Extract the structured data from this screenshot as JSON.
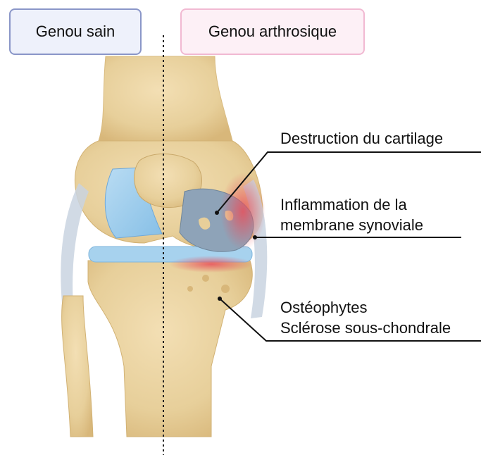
{
  "labels": {
    "healthy": "Genou sain",
    "arthritic": "Genou arthrosique"
  },
  "annotations": {
    "cartilage": "Destruction du cartilage",
    "inflammation": [
      "Inflammation de la",
      "membrane synoviale"
    ],
    "osteo": [
      "Ostéophytes",
      "Sclérose sous-chondrale"
    ]
  },
  "colors": {
    "healthy_box_border": "#8a96c8",
    "healthy_box_fill": "#eef1fb",
    "arthritic_box_border": "#f1b9d2",
    "arthritic_box_fill": "#fdf0f6",
    "bone": "#e7cf9a",
    "bone_dark": "#c9a86a",
    "healthy_cartilage": "#9fcbea",
    "damaged_cartilage": "#8ea3b8",
    "inflammation": "#e8505b",
    "ligament": "#c9d4e0"
  },
  "icons": {
    "knee_illustration": "knee-anatomy-illustration"
  }
}
